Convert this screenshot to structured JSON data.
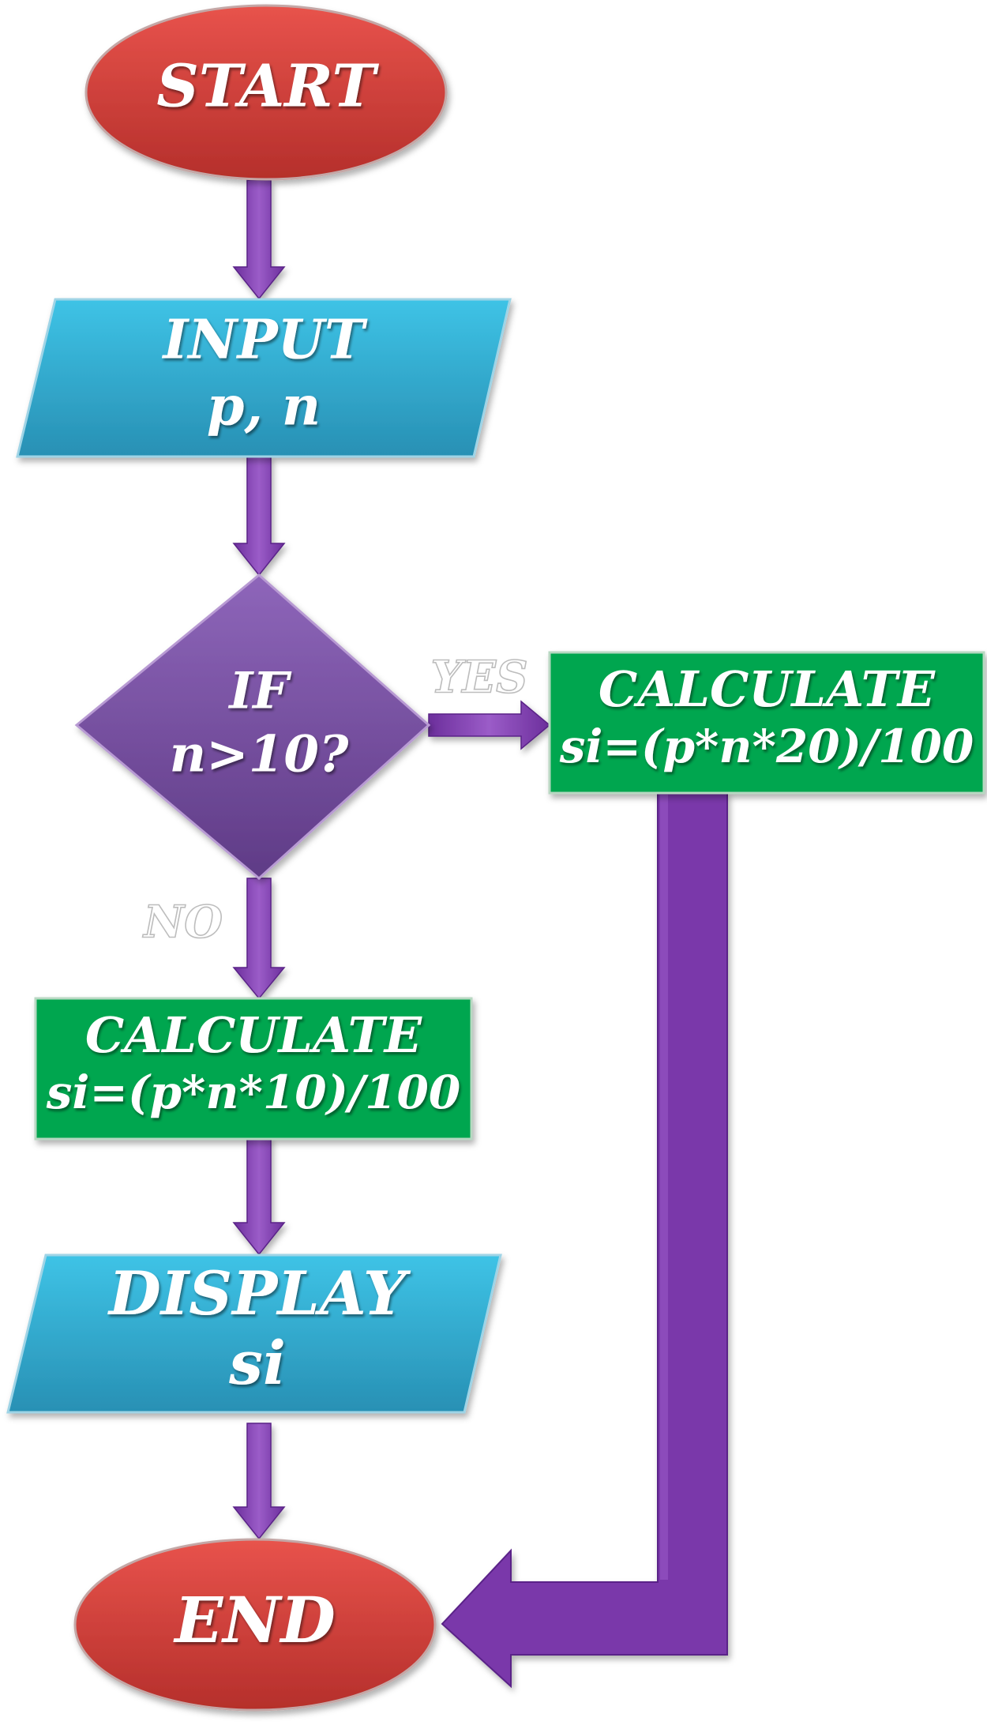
{
  "diagram": {
    "type": "flowchart",
    "colors": {
      "terminal": "#cf3b36",
      "io": "#2fb3d8",
      "decision": "#7a4ea6",
      "process": "#00a650",
      "arrow": "#7a37aa",
      "text": "#ffffff"
    },
    "nodes": {
      "start": {
        "label": "START"
      },
      "input": {
        "line1": "INPUT",
        "line2": "p, n"
      },
      "decision": {
        "line1": "IF",
        "line2": "n>10?"
      },
      "calc_yes": {
        "line1": "CALCULATE",
        "line2": "si=(p*n*20)/100"
      },
      "calc_no": {
        "line1": "CALCULATE",
        "line2": "si=(p*n*10)/100"
      },
      "display": {
        "line1": "DISPLAY",
        "line2": "si"
      },
      "end": {
        "label": "END"
      }
    },
    "edges": {
      "yes_label": "YES",
      "no_label": "NO"
    }
  }
}
